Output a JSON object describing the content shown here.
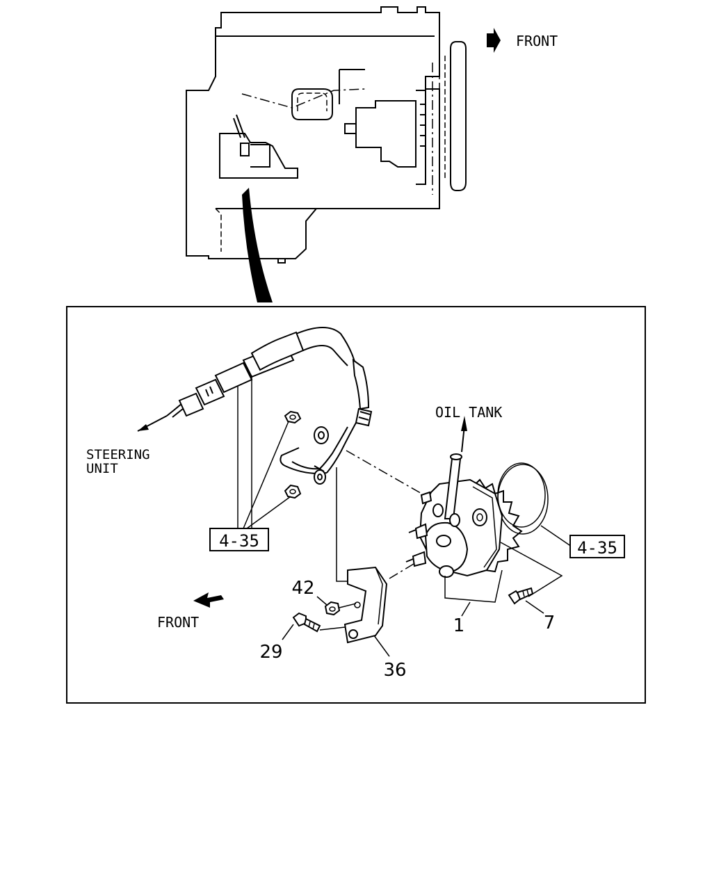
{
  "overview": {
    "front_label": "FRONT"
  },
  "detail": {
    "oil_tank_label": "OIL TANK",
    "steering_label_line1": "STEERING",
    "steering_label_line2": "UNIT",
    "front_label": "FRONT",
    "ref_box_left": "4-35",
    "ref_box_right": "4-35",
    "callouts": {
      "pump": "1",
      "bolt": "7",
      "bolt_29": "29",
      "bracket": "36",
      "nut": "42"
    }
  }
}
